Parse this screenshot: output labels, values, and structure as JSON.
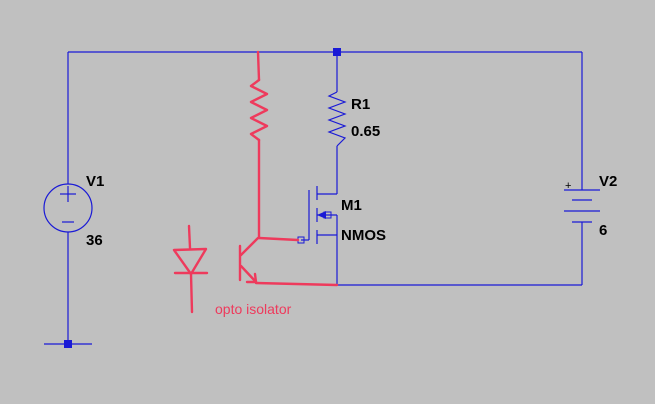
{
  "components": {
    "v1": {
      "name": "V1",
      "value": "36"
    },
    "r1": {
      "name": "R1",
      "value": "0.65"
    },
    "m1": {
      "name": "M1",
      "model": "NMOS"
    },
    "v2": {
      "name": "V2",
      "value": "6"
    }
  },
  "annotations": {
    "optocoupler": "opto isolator"
  },
  "colors": {
    "background": "#c0c0c0",
    "wire": "#1a1ad6",
    "handdrawn_ink": "#ee3a5c",
    "label_text": "#000000"
  }
}
